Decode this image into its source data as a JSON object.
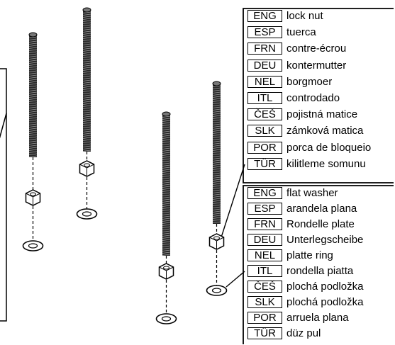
{
  "legend_top": [
    {
      "code": "ENG",
      "term": "lock nut"
    },
    {
      "code": "ESP",
      "term": "tuerca"
    },
    {
      "code": "FRN",
      "term": "contre-écrou"
    },
    {
      "code": "DEU",
      "term": "kontermutter"
    },
    {
      "code": "NEL",
      "term": "borgmoer"
    },
    {
      "code": "ITL",
      "term": "controdado"
    },
    {
      "code": "ČEŠ",
      "term": "pojistná matice"
    },
    {
      "code": "SLK",
      "term": "zámková matica"
    },
    {
      "code": "POR",
      "term": "porca de bloqueio"
    },
    {
      "code": "TÜR",
      "term": "kilitleme somunu"
    }
  ],
  "legend_bottom": [
    {
      "code": "ENG",
      "term": "flat washer"
    },
    {
      "code": "ESP",
      "term": "arandela plana"
    },
    {
      "code": "FRN",
      "term": "Rondelle plate"
    },
    {
      "code": "DEU",
      "term": "Unterlegscheibe"
    },
    {
      "code": "NEL",
      "term": "platte ring"
    },
    {
      "code": "ITL",
      "term": "rondella piatta"
    },
    {
      "code": "ČEŠ",
      "term": "plochá podložka"
    },
    {
      "code": "SLK",
      "term": "plochá podložka"
    },
    {
      "code": "POR",
      "term": "arruela plana"
    },
    {
      "code": "TÜR",
      "term": "düz pul"
    }
  ]
}
